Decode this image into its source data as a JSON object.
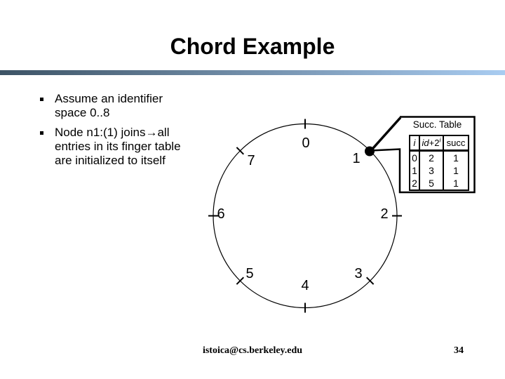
{
  "slide": {
    "title": "Chord Example",
    "bullets": [
      "Assume an identifier space 0..8",
      "Node n1:(1) joins→all entries in its finger table are initialized to itself"
    ],
    "footer": {
      "email": "istoica@cs.berkeley.edu",
      "slide_number": "34"
    }
  },
  "colors": {
    "rule_left": "#3d5365",
    "rule_right": "#a9ccf1",
    "ink": "#000000"
  },
  "diagram": {
    "description": "Chord identifier ring with 8 positions; filled node dot at id 1",
    "highlighted_node": "1",
    "ring_labels": [
      "0",
      "1",
      "2",
      "3",
      "4",
      "5",
      "6",
      "7"
    ]
  },
  "succ_table": {
    "title": "Succ. Table",
    "headers": {
      "col_i": "i",
      "col_id_word": "id",
      "col_id_plus": "+2",
      "col_id_sup": "i",
      "col_succ": "succ"
    },
    "rows": [
      [
        "0",
        "2",
        "1"
      ],
      [
        "1",
        "3",
        "1"
      ],
      [
        "2",
        "5",
        "1"
      ]
    ]
  }
}
